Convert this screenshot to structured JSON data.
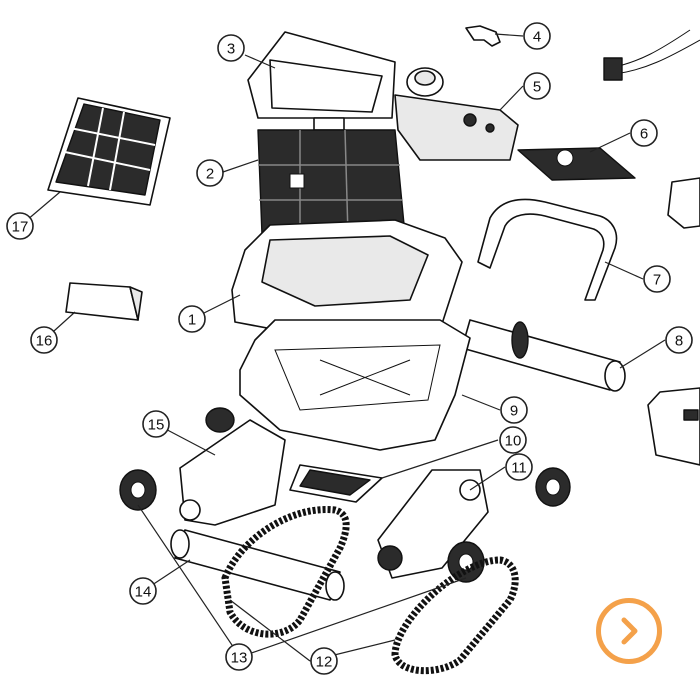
{
  "callouts": {
    "c1": "1",
    "c2": "2",
    "c3": "3",
    "c4": "4",
    "c5": "5",
    "c6": "6",
    "c7": "7",
    "c8": "8",
    "c9": "9",
    "c10": "10",
    "c11": "11",
    "c12": "12",
    "c13": "13",
    "c14": "14",
    "c15": "15",
    "c16": "16",
    "c17": "17"
  },
  "colors": {
    "accent": "#f4a14a",
    "line": "#111111"
  },
  "next_button": {
    "icon": "chevron-right-icon"
  }
}
